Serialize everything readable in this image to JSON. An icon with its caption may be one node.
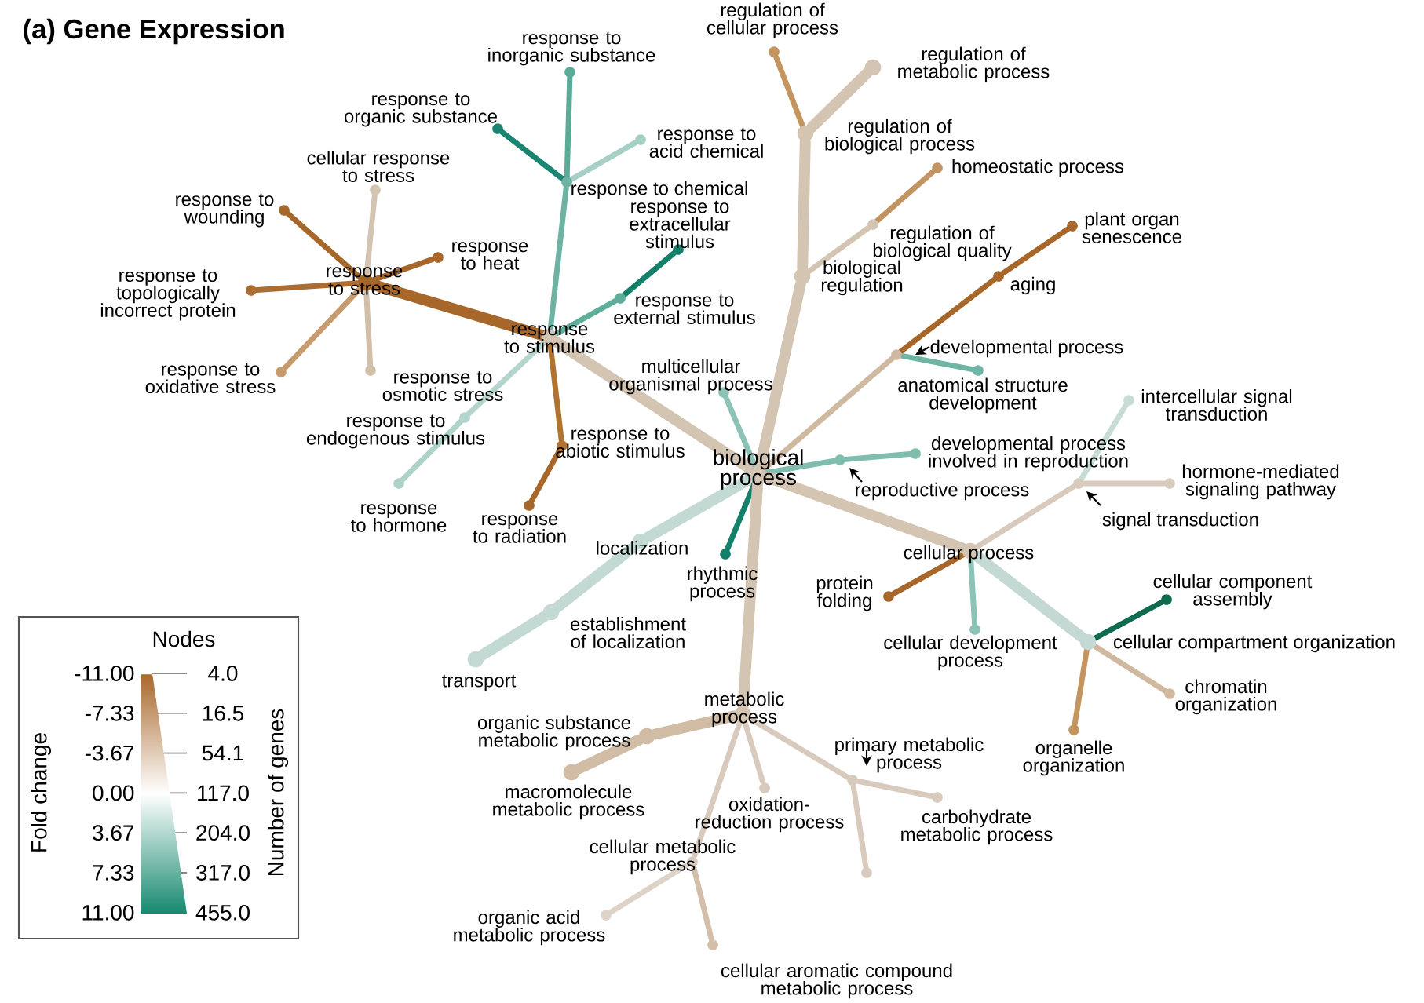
{
  "diagram": {
    "title": "(a) Gene Expression",
    "nodes": [
      {
        "text": [
          "biological process"
        ]
      },
      {
        "text": [
          "response to stimulus"
        ]
      },
      {
        "text": [
          "response to stress"
        ]
      },
      {
        "text": [
          "response to wounding"
        ]
      },
      {
        "text": [
          "response to heat"
        ]
      },
      {
        "text": [
          "response to topologically incorrect protein"
        ]
      },
      {
        "text": [
          "response to oxidative stress"
        ]
      },
      {
        "text": [
          "cellular response to stress"
        ]
      },
      {
        "text": [
          "response to osmotic stress"
        ]
      },
      {
        "text": [
          "response to chemical"
        ]
      },
      {
        "text": [
          "response to inorganic substance"
        ]
      },
      {
        "text": [
          "response to organic substance"
        ]
      },
      {
        "text": [
          "response to acid chemical"
        ]
      },
      {
        "text": [
          "response to external stimulus"
        ]
      },
      {
        "text": [
          "response to extracellular stimulus"
        ]
      },
      {
        "text": [
          "response to endogenous stimulus"
        ]
      },
      {
        "text": [
          "response to hormone"
        ]
      },
      {
        "text": [
          "response to abiotic stimulus"
        ]
      },
      {
        "text": [
          "response to radiation"
        ]
      },
      {
        "text": [
          "multicellular organismal process"
        ]
      },
      {
        "text": [
          "localization"
        ]
      },
      {
        "text": [
          "establishment of localization"
        ]
      },
      {
        "text": [
          "transport"
        ]
      },
      {
        "text": [
          "rhythmic process"
        ]
      },
      {
        "text": [
          "biological regulation"
        ]
      },
      {
        "text": [
          "regulation of biological process"
        ]
      },
      {
        "text": [
          "regulation of cellular process"
        ]
      },
      {
        "text": [
          "regulation of metabolic process"
        ]
      },
      {
        "text": [
          "regulation of biological quality"
        ]
      },
      {
        "text": [
          "homeostatic process"
        ]
      },
      {
        "text": [
          "developmental process"
        ]
      },
      {
        "text": [
          "aging"
        ]
      },
      {
        "text": [
          "plant organ senescence"
        ]
      },
      {
        "text": [
          "anatomical structure development"
        ]
      },
      {
        "text": [
          "reproductive process"
        ]
      },
      {
        "text": [
          "developmental process involved in reproduction"
        ]
      },
      {
        "text": [
          "cellular process"
        ]
      },
      {
        "text": [
          "signal transduction"
        ]
      },
      {
        "text": [
          "intercellular signal transduction"
        ]
      },
      {
        "text": [
          "hormone-mediated signaling pathway"
        ]
      },
      {
        "text": [
          "protein folding"
        ]
      },
      {
        "text": [
          "cellular development process"
        ]
      },
      {
        "text": [
          "cellular compartment organization"
        ]
      },
      {
        "text": [
          "cellular component assembly"
        ]
      },
      {
        "text": [
          "chromatin organization"
        ]
      },
      {
        "text": [
          "organelle organization"
        ]
      },
      {
        "text": [
          "metabolic process"
        ]
      },
      {
        "text": [
          "organic substance metabolic process"
        ]
      },
      {
        "text": [
          "macromolecule metabolic process"
        ]
      },
      {
        "text": [
          "oxidation-reduction process"
        ]
      },
      {
        "text": [
          "primary metabolic process"
        ]
      },
      {
        "text": [
          "carbohydrate metabolic process"
        ]
      },
      {
        "text": [],
        "shape": "circle"
      },
      {
        "text": [
          "cellular metabolic process"
        ]
      },
      {
        "text": [
          "organic acid metabolic process"
        ]
      },
      {
        "text": [
          "cellular aromatic compound metabolic process"
        ]
      }
    ],
    "edges": [
      {
        "from": 0,
        "to": 1,
        "arrow": "none",
        "color": "#d4c5b3",
        "style": "thick"
      },
      {
        "from": 1,
        "to": 2,
        "arrow": "none",
        "color": "#a8672a",
        "style": "thick"
      },
      {
        "from": 2,
        "to": 3,
        "arrow": "none",
        "color": "#a8672a"
      },
      {
        "from": 2,
        "to": 4,
        "arrow": "none",
        "color": "#a8672a"
      },
      {
        "from": 2,
        "to": 5,
        "arrow": "none",
        "color": "#ab6d31"
      },
      {
        "from": 2,
        "to": 6,
        "arrow": "none",
        "color": "#c79b6d"
      },
      {
        "from": 2,
        "to": 7,
        "arrow": "none",
        "color": "#d4c5b3"
      },
      {
        "from": 2,
        "to": 8,
        "arrow": "none",
        "color": "#d2bfa9"
      },
      {
        "from": 1,
        "to": 9,
        "arrow": "none",
        "color": "#6db3a3"
      },
      {
        "from": 9,
        "to": 10,
        "arrow": "none",
        "color": "#5aab98"
      },
      {
        "from": 9,
        "to": 11,
        "arrow": "none",
        "color": "#1a8570"
      },
      {
        "from": 9,
        "to": 12,
        "arrow": "none",
        "color": "#a6cfc5"
      },
      {
        "from": 1,
        "to": 13,
        "arrow": "none",
        "color": "#5fae9b"
      },
      {
        "from": 13,
        "to": 14,
        "arrow": "none",
        "color": "#158069"
      },
      {
        "from": 1,
        "to": 15,
        "arrow": "none",
        "color": "#b3d5cd"
      },
      {
        "from": 15,
        "to": 16,
        "arrow": "none",
        "color": "#aed2c9"
      },
      {
        "from": 1,
        "to": 17,
        "arrow": "none",
        "color": "#b07330"
      },
      {
        "from": 17,
        "to": 18,
        "arrow": "none",
        "color": "#a8672a"
      },
      {
        "from": 0,
        "to": 19,
        "arrow": "none",
        "color": "#8cc3b6"
      },
      {
        "from": 0,
        "to": 20,
        "arrow": "none",
        "color": "#c3d9d3",
        "style": "thick"
      },
      {
        "from": 20,
        "to": 21,
        "arrow": "none",
        "color": "#c3d9d3",
        "style": "thick"
      },
      {
        "from": 21,
        "to": 22,
        "arrow": "none",
        "color": "#c3d9d3",
        "style": "thick"
      },
      {
        "from": 0,
        "to": 23,
        "arrow": "none",
        "color": "#138069"
      },
      {
        "from": 0,
        "to": 24,
        "arrow": "none",
        "color": "#d4c5b3",
        "style": "thick"
      },
      {
        "from": 24,
        "to": 25,
        "arrow": "none",
        "color": "#d4c5b3",
        "style": "thick"
      },
      {
        "from": 25,
        "to": 26,
        "arrow": "none",
        "color": "#c4955f"
      },
      {
        "from": 25,
        "to": 27,
        "arrow": "none",
        "color": "#d4c5b3",
        "style": "thick"
      },
      {
        "from": 24,
        "to": 28,
        "arrow": "none",
        "color": "#d4c5b3"
      },
      {
        "from": 28,
        "to": 29,
        "arrow": "none",
        "color": "#c29461"
      },
      {
        "from": 0,
        "to": 30,
        "arrow": "none",
        "color": "#cfb9a0"
      },
      {
        "from": 30,
        "to": 31,
        "arrow": "none",
        "color": "#a8672a"
      },
      {
        "from": 31,
        "to": 32,
        "arrow": "none",
        "color": "#a8672a"
      },
      {
        "from": 30,
        "to": 33,
        "arrow": "none",
        "color": "#6fb5a5"
      },
      {
        "from": 0,
        "to": 34,
        "arrow": "none",
        "color": "#7fbdaf"
      },
      {
        "from": 34,
        "to": 35,
        "arrow": "none",
        "color": "#7fbdaf"
      },
      {
        "from": 0,
        "to": 36,
        "arrow": "none",
        "color": "#d4c5b3",
        "style": "thick"
      },
      {
        "from": 36,
        "to": 37,
        "arrow": "none",
        "color": "#d8cbbd"
      },
      {
        "from": 37,
        "to": 38,
        "arrow": "none",
        "color": "#c8dcd6"
      },
      {
        "from": 37,
        "to": 39,
        "arrow": "none",
        "color": "#d8cbbd"
      },
      {
        "from": 36,
        "to": 40,
        "arrow": "none",
        "color": "#a8672a"
      },
      {
        "from": 36,
        "to": 41,
        "arrow": "none",
        "color": "#8cc3b6"
      },
      {
        "from": 36,
        "to": 42,
        "arrow": "none",
        "color": "#c5d9d4",
        "style": "thick"
      },
      {
        "from": 42,
        "to": 43,
        "arrow": "none",
        "color": "#0f6b4f"
      },
      {
        "from": 42,
        "to": 44,
        "arrow": "none",
        "color": "#d0b9a0"
      },
      {
        "from": 42,
        "to": 45,
        "arrow": "none",
        "color": "#c4955f"
      },
      {
        "from": 0,
        "to": 46,
        "arrow": "none",
        "color": "#d4c5b3",
        "style": "thick"
      },
      {
        "from": 46,
        "to": 47,
        "arrow": "none",
        "color": "#d1bca5",
        "style": "thick"
      },
      {
        "from": 47,
        "to": 48,
        "arrow": "none",
        "color": "#d1bca5",
        "style": "thick"
      },
      {
        "from": 46,
        "to": 49,
        "arrow": "none",
        "color": "#d8cbbd"
      },
      {
        "from": 46,
        "to": 50,
        "arrow": "none",
        "color": "#d8cbbd"
      },
      {
        "from": 50,
        "to": 51,
        "arrow": "none",
        "color": "#d8cbbd"
      },
      {
        "from": 50,
        "to": 52,
        "arrow": "none",
        "color": "#d8cbbd"
      },
      {
        "from": 46,
        "to": 53,
        "arrow": "none",
        "color": "#d8cbbd"
      },
      {
        "from": 53,
        "to": 54,
        "arrow": "none",
        "color": "#ddd3c9"
      },
      {
        "from": 53,
        "to": 55,
        "arrow": "none",
        "color": "#d3bfa9"
      }
    ],
    "labels": [
      "Nodes",
      "-11.00",
      "4.0",
      "-7.33",
      "16.5",
      "-3.67",
      "54.1",
      "0.00",
      "117.0",
      "3.67",
      "204.0",
      "7.33",
      "317.0",
      "11.00",
      "455.0",
      "Fold change",
      "Number of genes"
    ]
  }
}
